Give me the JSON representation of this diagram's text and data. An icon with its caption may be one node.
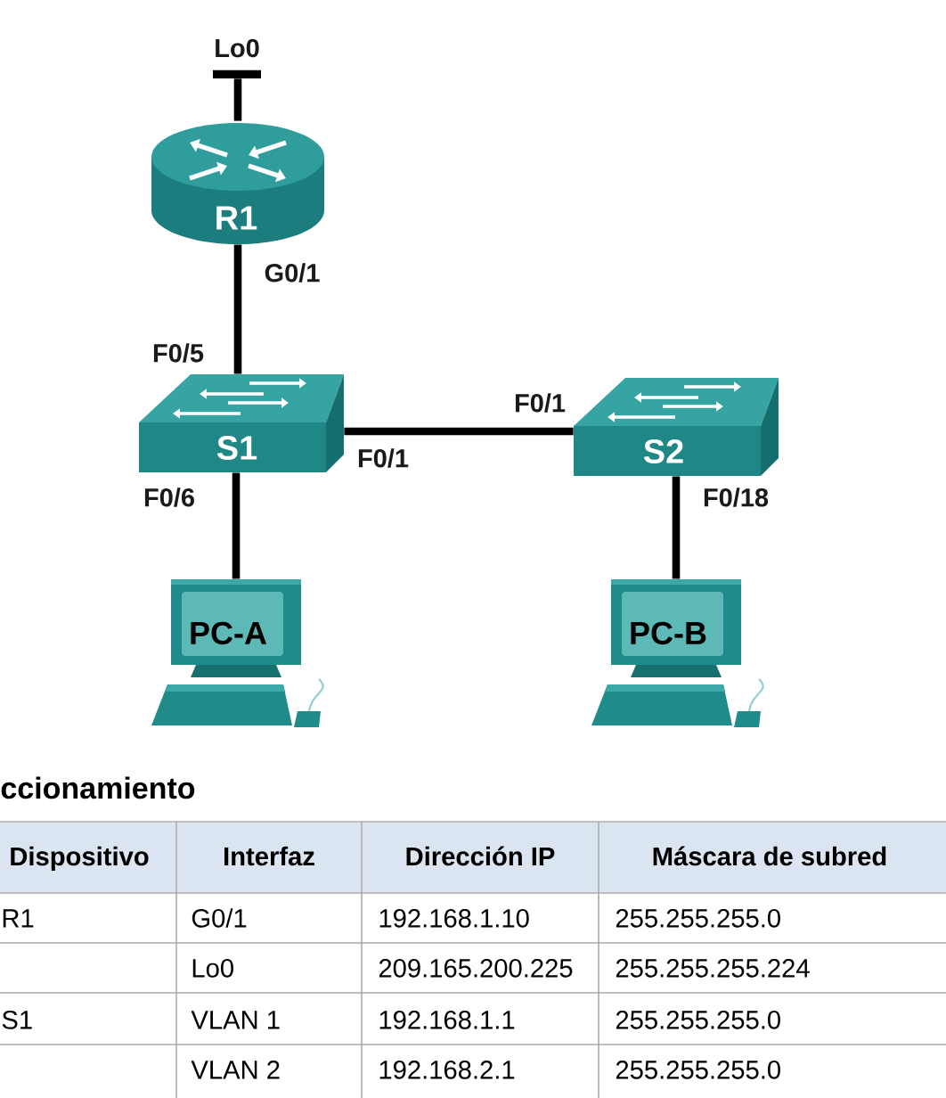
{
  "diagram": {
    "nodes": [
      {
        "text": [],
        "shape": "bar",
        "beside": [
          "Lo0"
        ]
      },
      {
        "text": [
          "R1"
        ],
        "beside": [
          "G0/1"
        ]
      },
      {
        "text": [
          "S1"
        ],
        "beside": [
          "F0/5",
          "F0/1",
          "F0/6"
        ]
      },
      {
        "text": [
          "S2"
        ],
        "beside": [
          "F0/1",
          "F0/18"
        ]
      },
      {
        "text": [
          "PC-A"
        ]
      },
      {
        "text": [
          "PC-B"
        ]
      }
    ],
    "edges": [
      {
        "from": 1,
        "to": 0,
        "arrow": "none"
      },
      {
        "from": 1,
        "to": 2,
        "arrow": "none"
      },
      {
        "from": 2,
        "to": 3,
        "arrow": "none"
      },
      {
        "from": 2,
        "to": 4,
        "arrow": "none"
      },
      {
        "from": 3,
        "to": 5,
        "arrow": "none"
      }
    ],
    "labels": [
      "ccionamiento",
      "Dispositivo",
      "Interfaz",
      "Dirección IP",
      "Máscara de subred",
      "R1",
      "G0/1",
      "192.168.1.10",
      "255.255.255.0",
      "Lo0",
      "209.165.200.225",
      "255.255.255.224",
      "S1",
      "VLAN 1",
      "192.168.1.1",
      "255.255.255.0",
      "VLAN 2",
      "192.168.2.1",
      "255.255.255.0"
    ]
  }
}
